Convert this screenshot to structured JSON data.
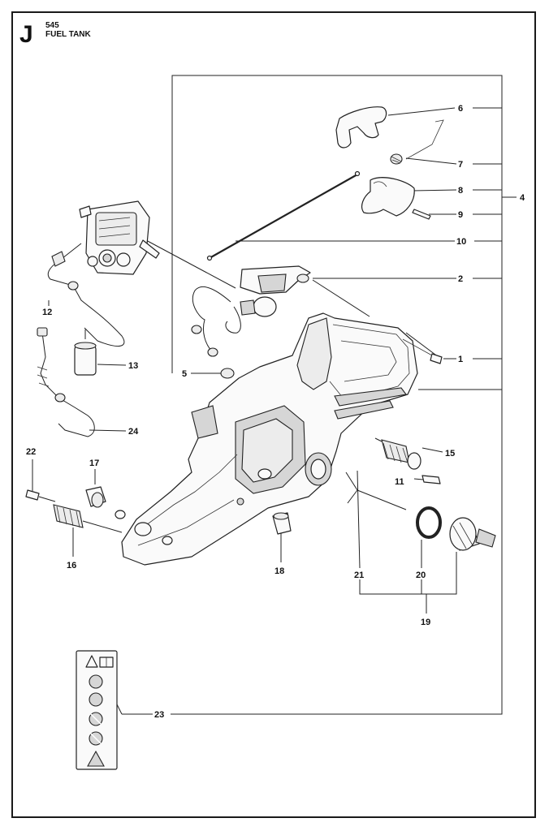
{
  "header": {
    "section_letter": "J",
    "model": "545",
    "title": "FUEL TANK"
  },
  "callouts": {
    "c1": "1",
    "c2": "2",
    "c4": "4",
    "c5": "5",
    "c6": "6",
    "c7": "7",
    "c8": "8",
    "c9": "9",
    "c10": "10",
    "c11": "11",
    "c12": "12",
    "c13": "13",
    "c15": "15",
    "c16": "16",
    "c17": "17",
    "c18": "18",
    "c19": "19",
    "c20": "20",
    "c21": "21",
    "c22": "22",
    "c23": "23",
    "c24": "24"
  },
  "colors": {
    "line": "#222222",
    "background": "#ffffff",
    "shade": "#d6d6d6"
  }
}
